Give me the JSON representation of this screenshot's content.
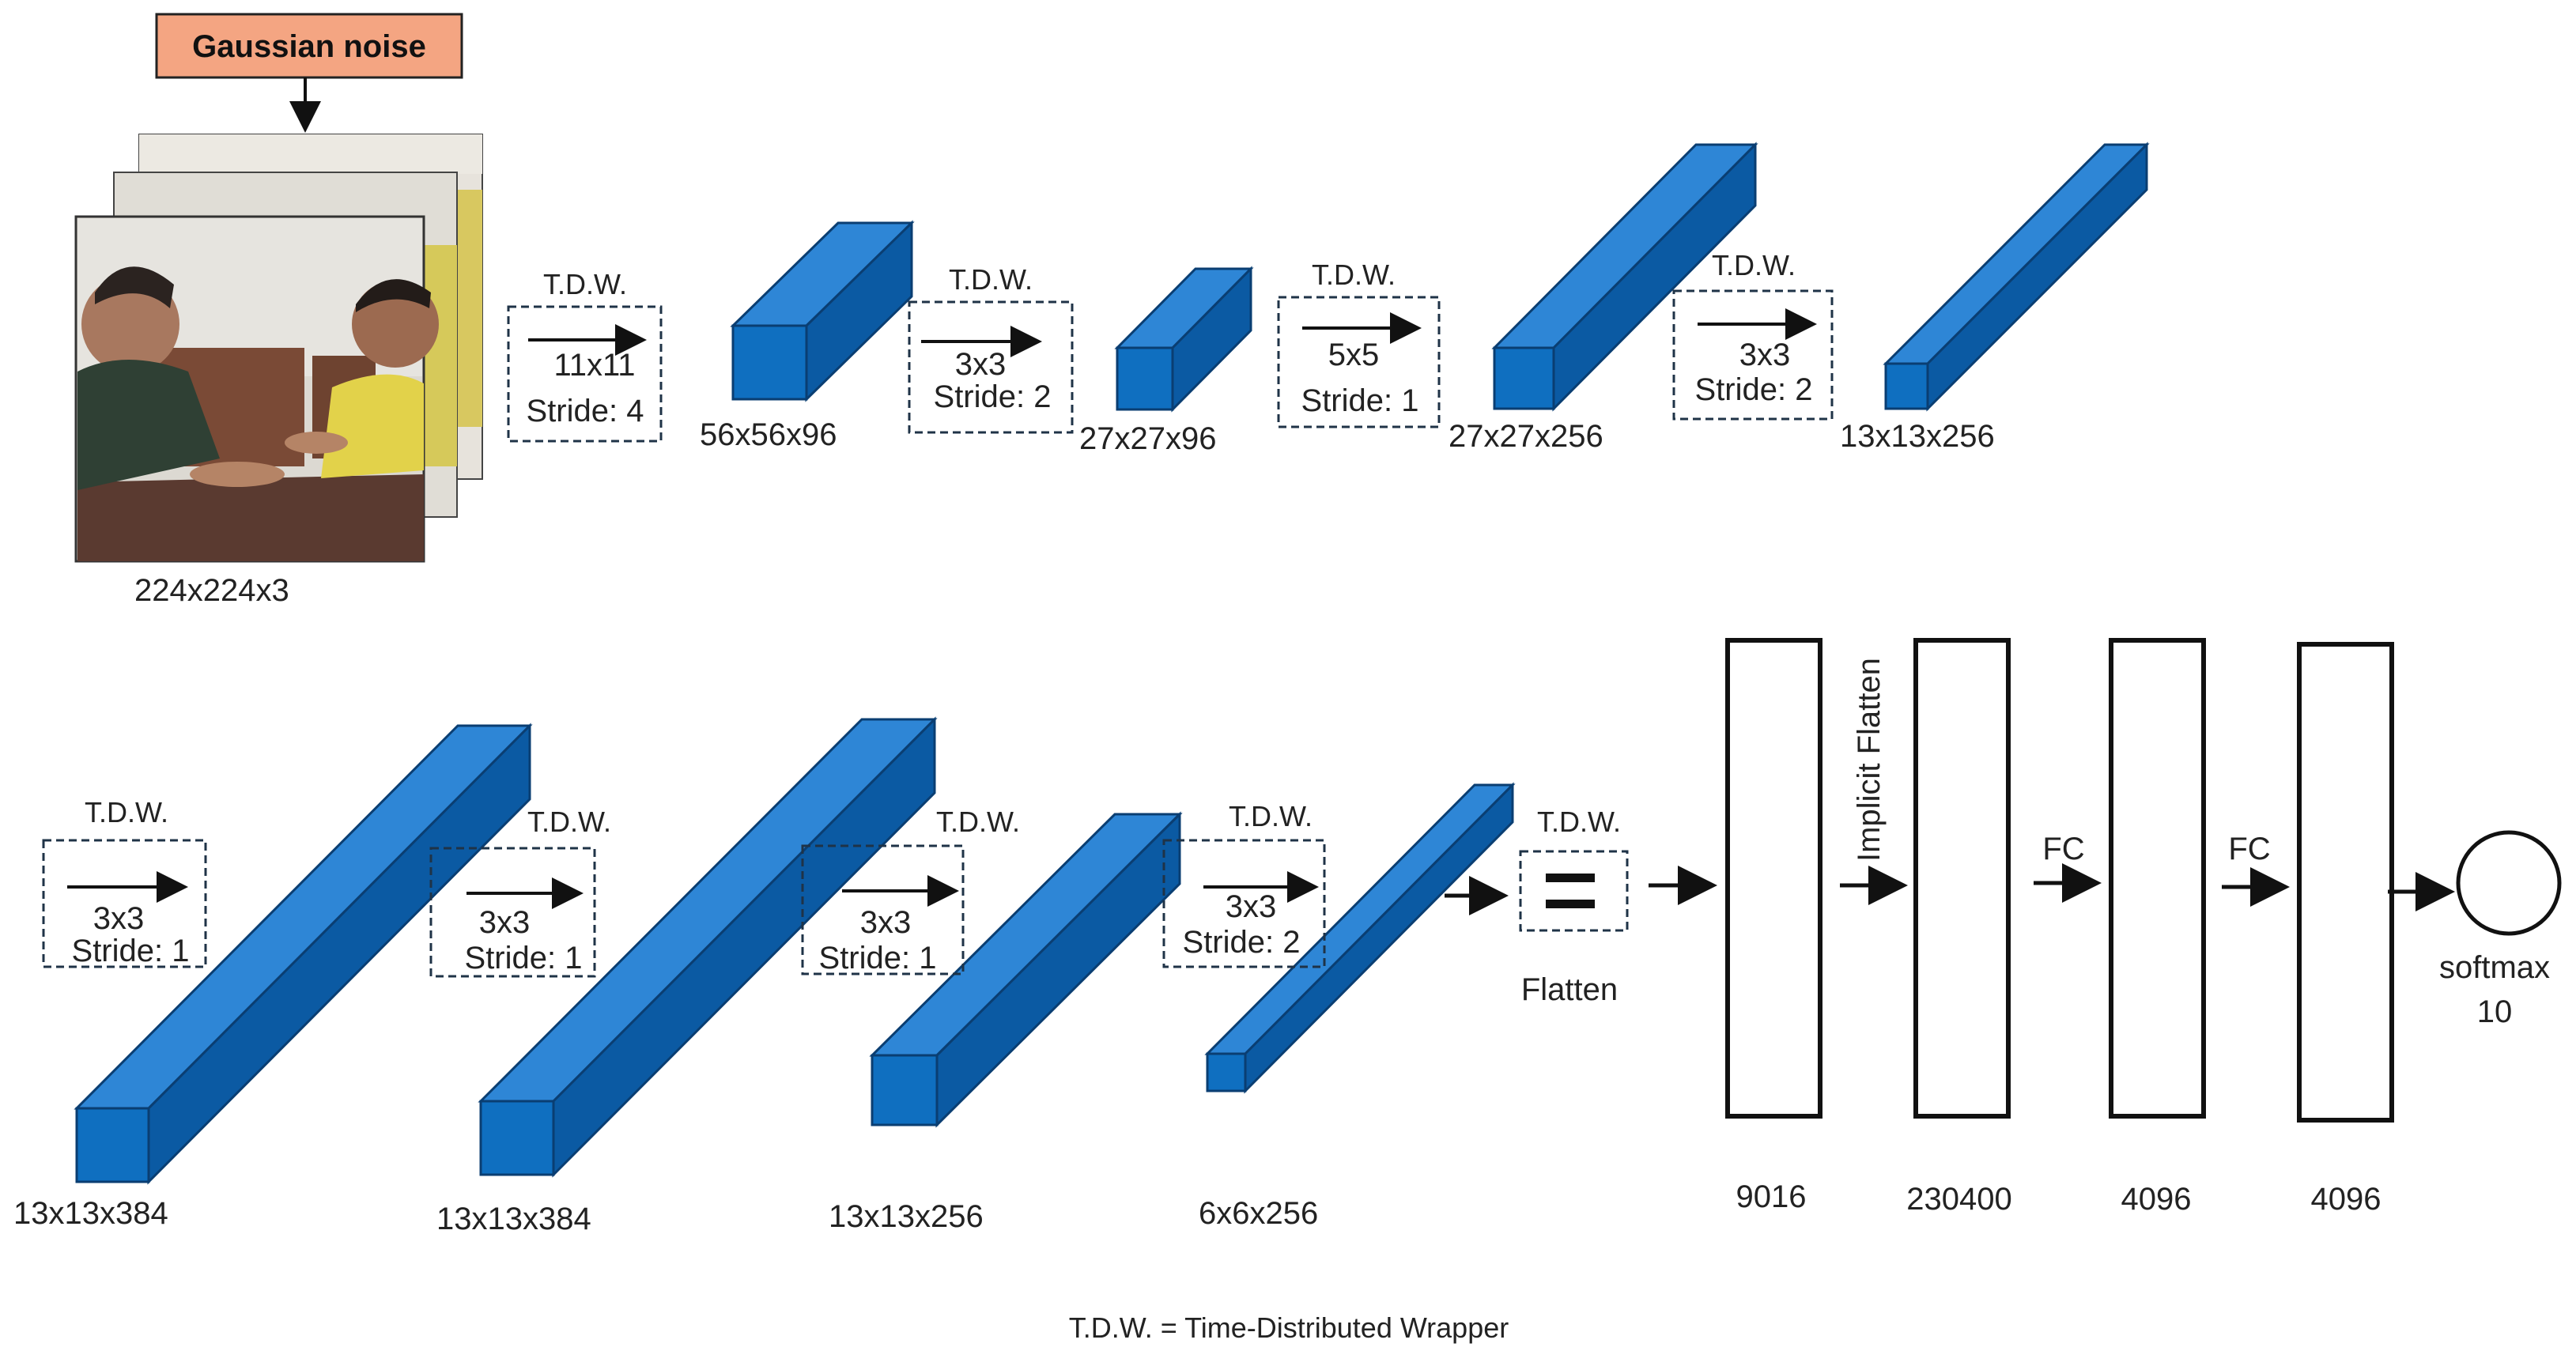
{
  "input": {
    "noise_label": "Gaussian noise",
    "shape_label": "224x224x3"
  },
  "colors": {
    "block_front": "#0f6fc0",
    "block_top": "#2e86d6",
    "block_side": "#0b5aa3",
    "block_edge": "#0a3e72",
    "noise_fill": "#f4a582",
    "dashed_border": "#1f3347"
  },
  "row1": {
    "tdw": [
      {
        "tag": "T.D.W.",
        "kernel": "11x11",
        "stride": "Stride: 4"
      },
      {
        "tag": "T.D.W.",
        "kernel": "3x3",
        "stride": "Stride: 2"
      },
      {
        "tag": "T.D.W.",
        "kernel": "5x5",
        "stride": "Stride: 1"
      },
      {
        "tag": "T.D.W.",
        "kernel": "3x3",
        "stride": "Stride: 2"
      }
    ],
    "shapes": [
      "56x56x96",
      "27x27x96",
      "27x27x256",
      "13x13x256"
    ]
  },
  "row2": {
    "tdw": [
      {
        "tag": "T.D.W.",
        "kernel": "3x3",
        "stride": "Stride: 1"
      },
      {
        "tag": "T.D.W.",
        "kernel": "3x3",
        "stride": "Stride: 1"
      },
      {
        "tag": "T.D.W.",
        "kernel": "3x3",
        "stride": "Stride: 1"
      },
      {
        "tag": "T.D.W.",
        "kernel": "3x3",
        "stride": "Stride: 2"
      }
    ],
    "shapes": [
      "13x13x384",
      "13x13x384",
      "13x13x256",
      "6x6x256"
    ],
    "flatten_tag": "T.D.W.",
    "flatten_label": "Flatten"
  },
  "dense": {
    "layers": [
      "9016",
      "230400",
      "4096",
      "4096"
    ],
    "implicit_label": "Implicit Flatten",
    "fc_label_1": "FC",
    "fc_label_2": "FC",
    "softmax_label": "softmax",
    "softmax_units": "10"
  },
  "legend": "T.D.W. = Time-Distributed Wrapper"
}
